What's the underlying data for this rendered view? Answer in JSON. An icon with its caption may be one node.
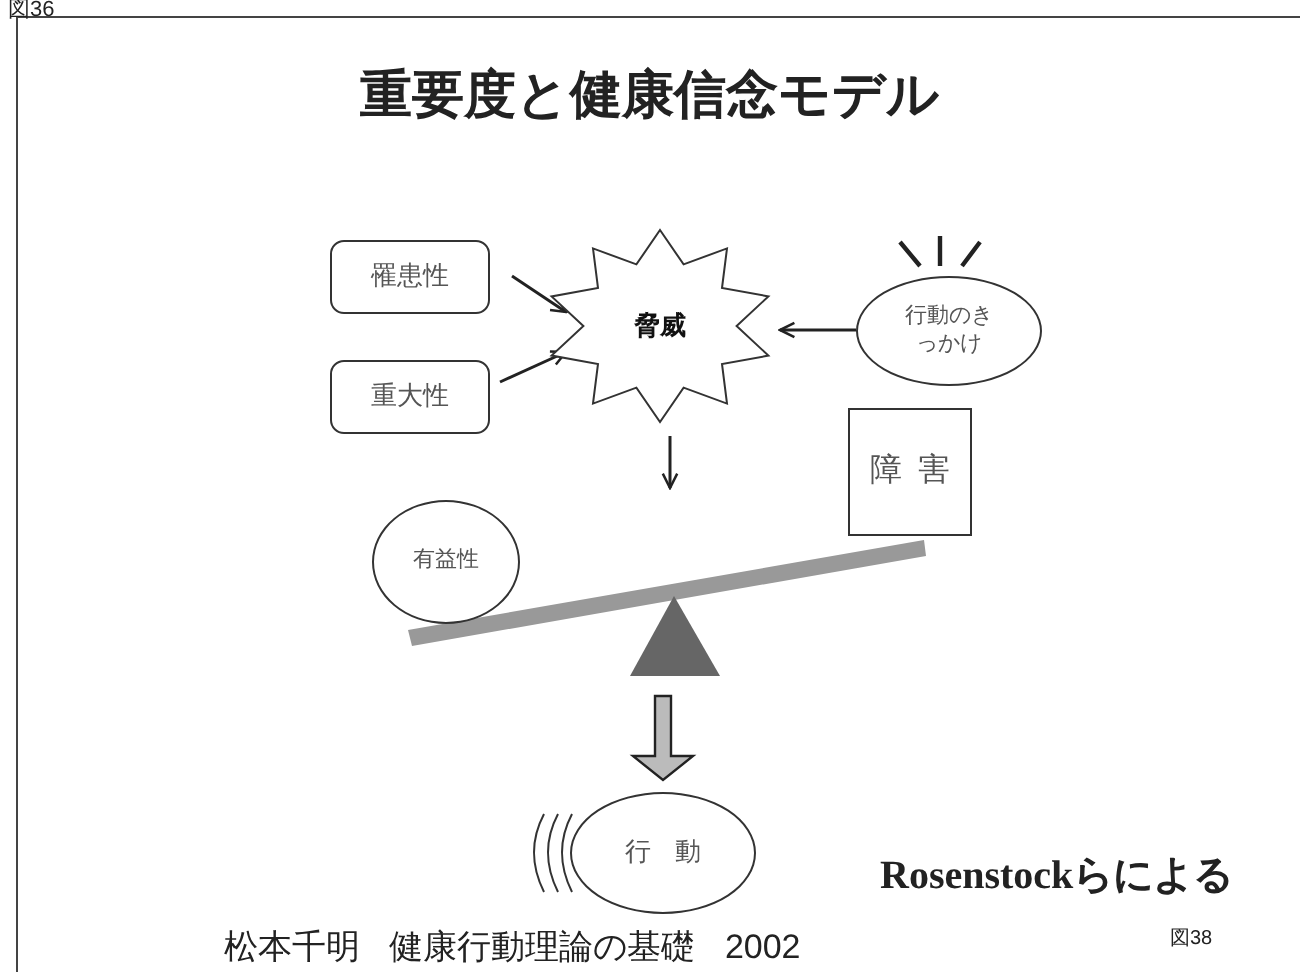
{
  "diagram": {
    "title": "重要度と健康信念モデル",
    "nodes": [
      {
        "text": [
          "罹患性"
        ]
      },
      {
        "text": [
          "重大性"
        ]
      },
      {
        "text": [
          "脅威"
        ]
      },
      {
        "text": [
          "行動のきっかけ"
        ]
      },
      {
        "text": [
          "障害"
        ]
      },
      {
        "text": [
          "有益性"
        ]
      },
      {
        "text": [
          "行動"
        ]
      }
    ],
    "edges": [
      {
        "from": 0,
        "to": 2,
        "arrow": "to"
      },
      {
        "from": 1,
        "to": 2,
        "arrow": "to"
      },
      {
        "from": 3,
        "to": 2,
        "arrow": "to"
      },
      {
        "from": 2,
        "to": null,
        "arrow": "to"
      },
      {
        "from": null,
        "to": 6,
        "arrow": "to",
        "style": "thick"
      }
    ],
    "labels": [
      "図36",
      "Rosenstockらによる",
      "松本千明 健康行動理論の基礎 2002",
      "図38"
    ]
  }
}
